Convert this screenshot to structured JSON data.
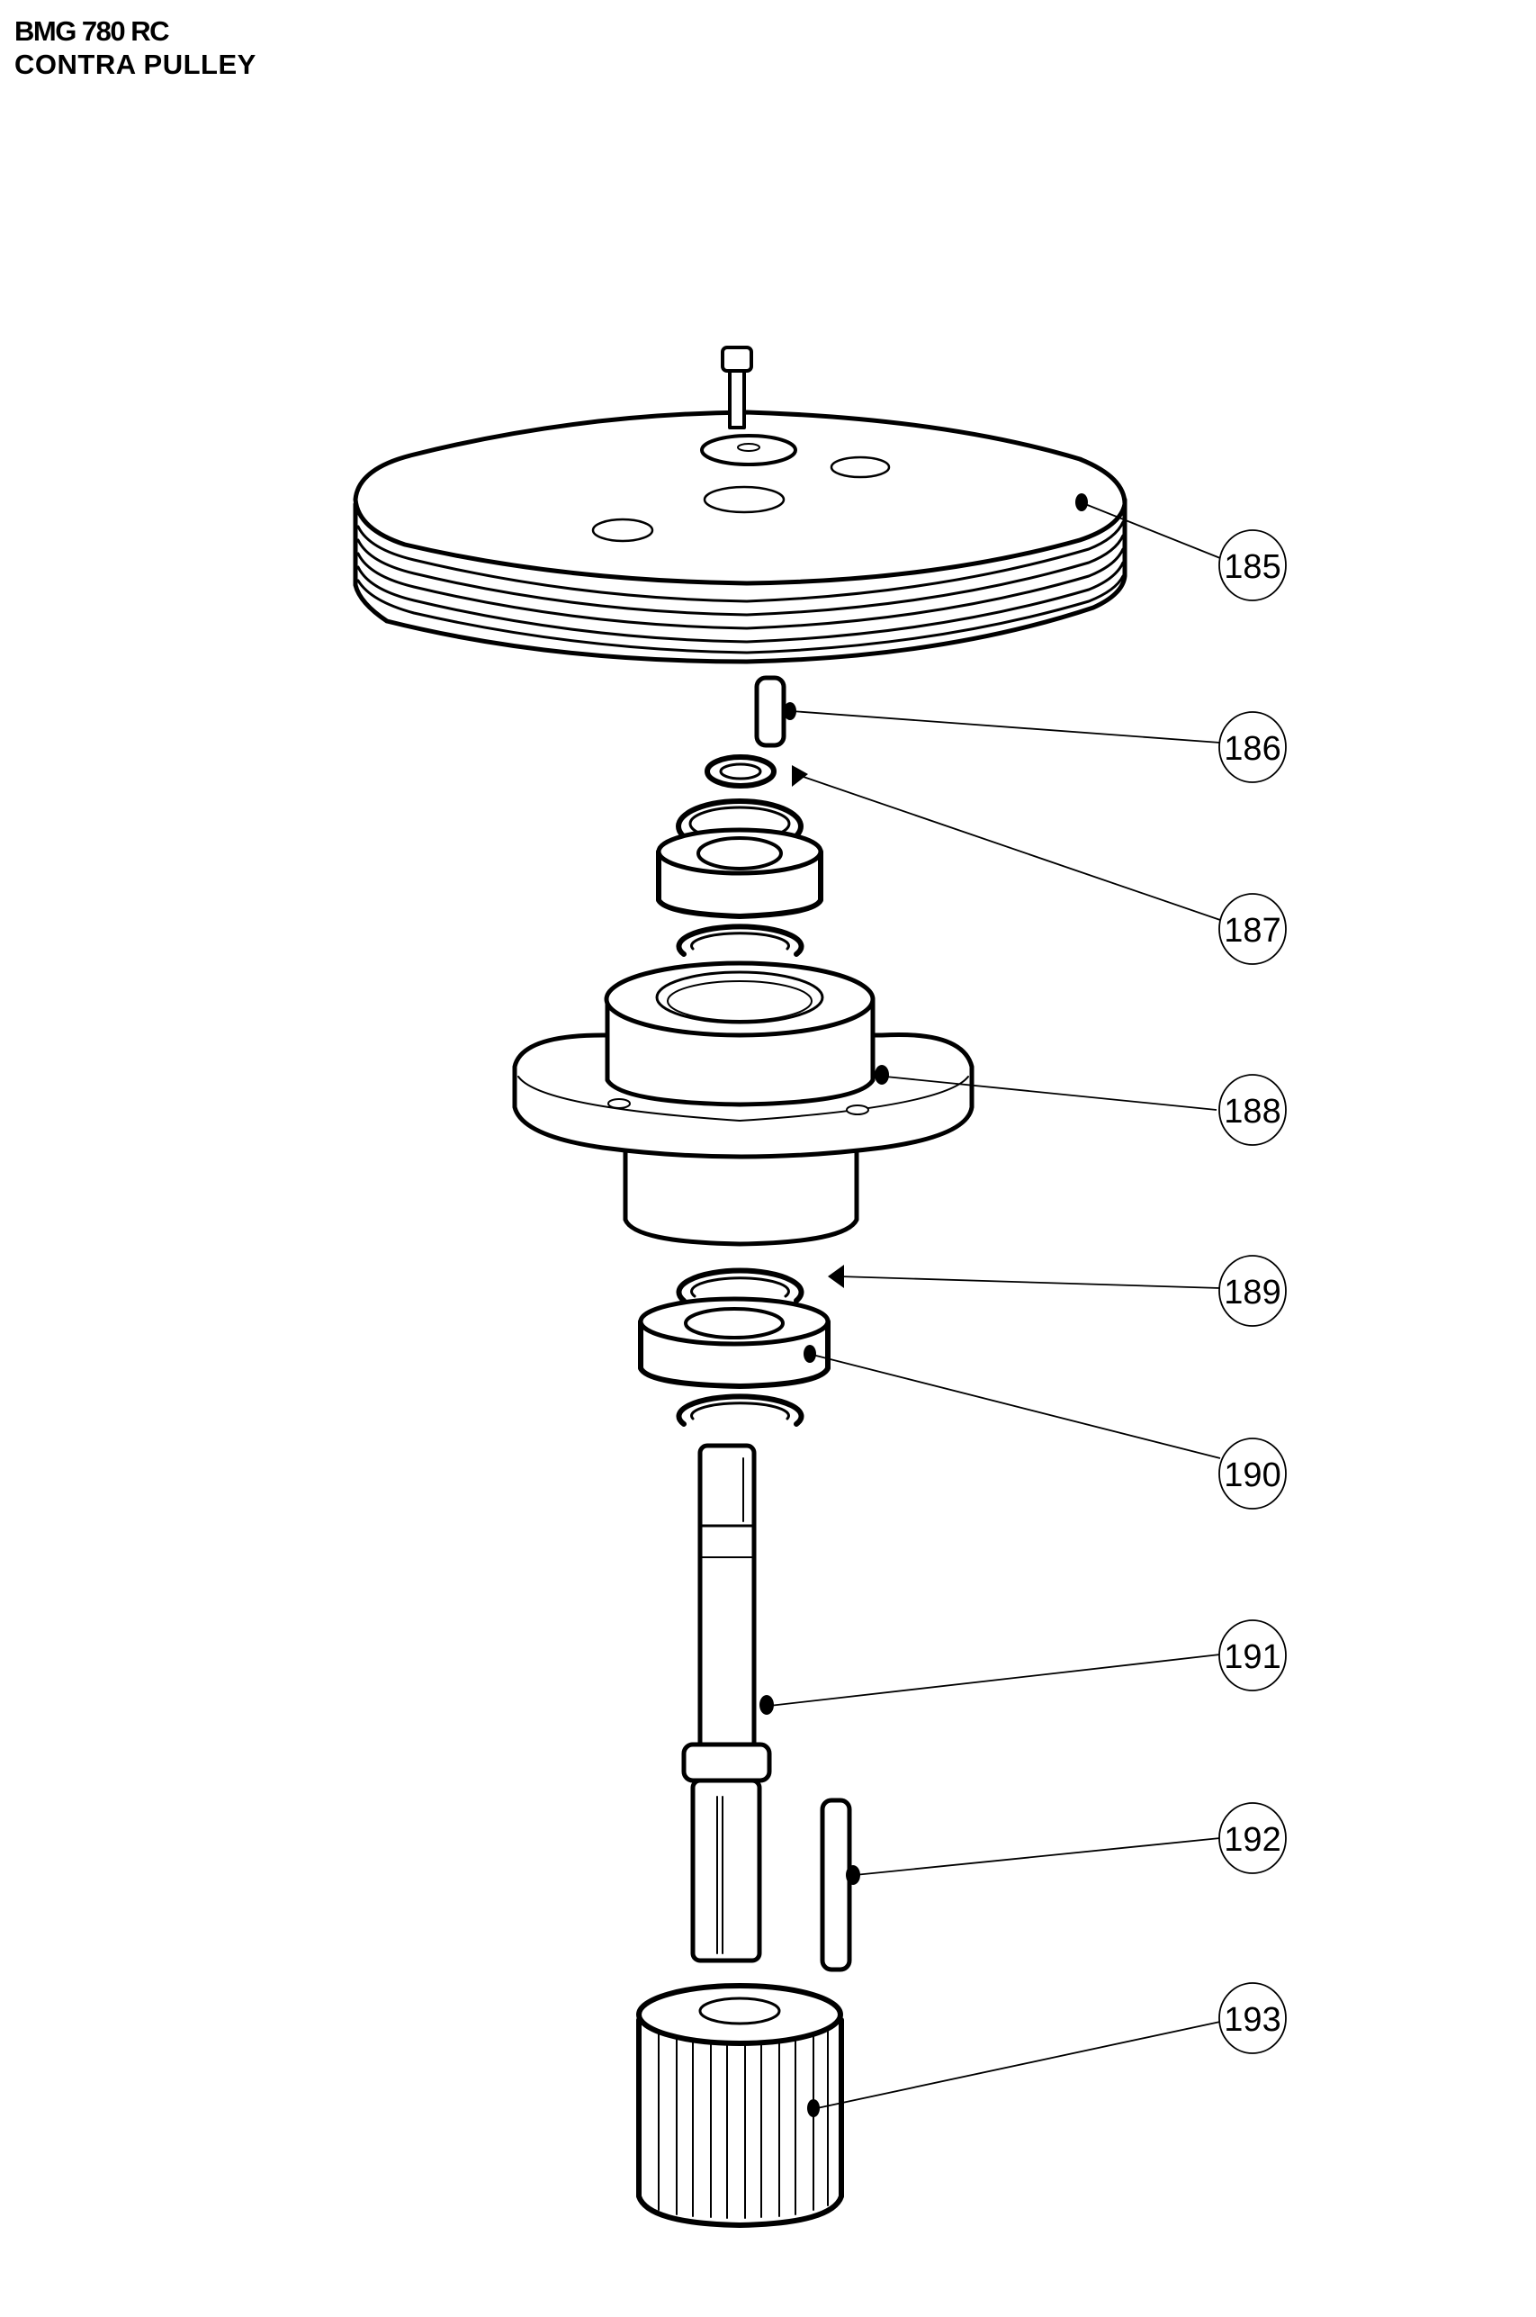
{
  "header": {
    "model": "BMG 780 RC",
    "assembly": "CONTRA PULLEY"
  },
  "callouts": [
    {
      "number": "185",
      "part": "pulley"
    },
    {
      "number": "186",
      "part": "key"
    },
    {
      "number": "187",
      "part": "retaining-ring"
    },
    {
      "number": "188",
      "part": "bearing-housing"
    },
    {
      "number": "189",
      "part": "circlip"
    },
    {
      "number": "190",
      "part": "bearing"
    },
    {
      "number": "191",
      "part": "shaft"
    },
    {
      "number": "192",
      "part": "key-long"
    },
    {
      "number": "193",
      "part": "toothed-pulley"
    }
  ],
  "colors": {
    "line": "#000000",
    "background": "#ffffff"
  }
}
